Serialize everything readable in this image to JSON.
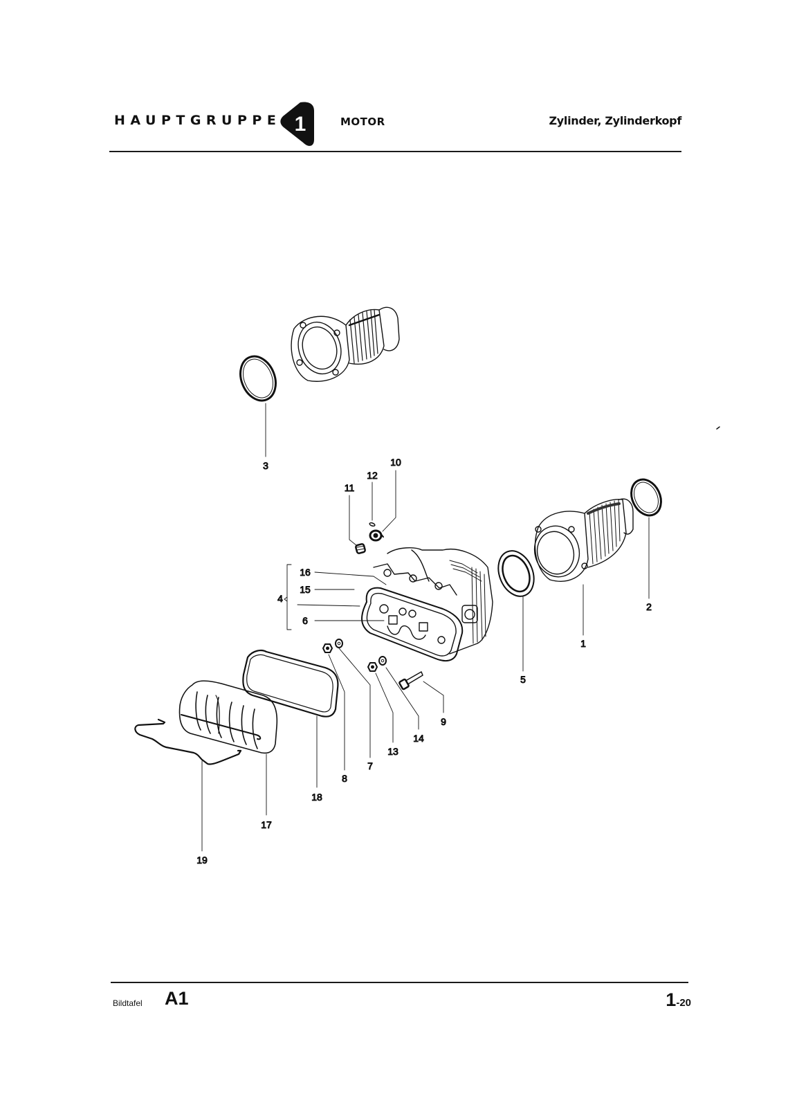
{
  "header": {
    "group_label": "HAUPTGRUPPE",
    "group_number": "1",
    "section": "MOTOR",
    "title": "Zylinder, Zylinderkopf"
  },
  "footer": {
    "plate_label": "Bildtafel",
    "plate_id": "A1",
    "page_major": "1",
    "page_sep": "-",
    "page_minor": "20"
  },
  "diagram": {
    "callouts": [
      {
        "id": "1",
        "label": "1"
      },
      {
        "id": "2",
        "label": "2"
      },
      {
        "id": "3",
        "label": "3"
      },
      {
        "id": "4",
        "label": "4"
      },
      {
        "id": "5",
        "label": "5"
      },
      {
        "id": "6",
        "label": "6"
      },
      {
        "id": "7a",
        "label": "7"
      },
      {
        "id": "8",
        "label": "8"
      },
      {
        "id": "9",
        "label": "9"
      },
      {
        "id": "10",
        "label": "10"
      },
      {
        "id": "11",
        "label": "11"
      },
      {
        "id": "12",
        "label": "12"
      },
      {
        "id": "13",
        "label": "13"
      },
      {
        "id": "14",
        "label": "14"
      },
      {
        "id": "15",
        "label": "15"
      },
      {
        "id": "16",
        "label": "16"
      },
      {
        "id": "17",
        "label": "17"
      },
      {
        "id": "18",
        "label": "18"
      },
      {
        "id": "19",
        "label": "19"
      }
    ]
  }
}
